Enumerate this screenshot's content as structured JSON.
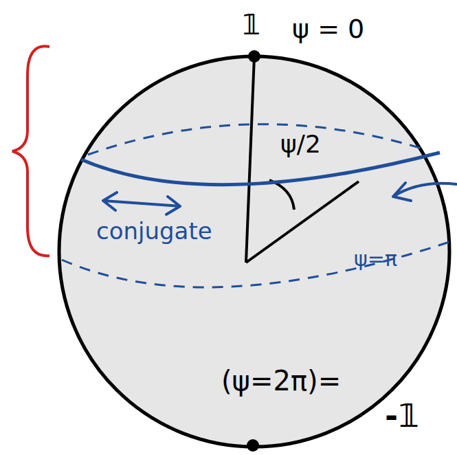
{
  "diagram": {
    "labels": [
      "𝟙",
      "ψ = 0",
      "ψ/2",
      "conjugate",
      "ψ=π",
      "(ψ=2π)=",
      "-𝟙"
    ]
  }
}
